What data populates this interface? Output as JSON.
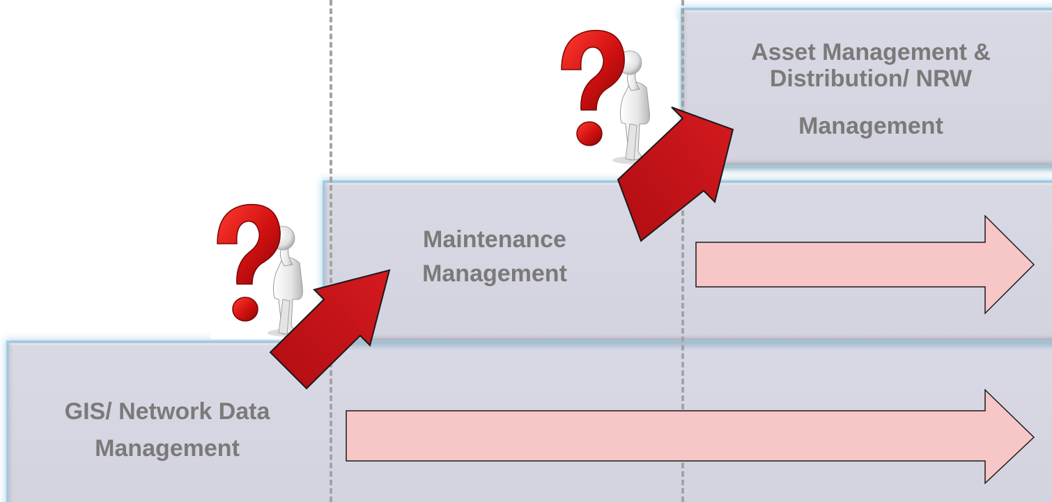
{
  "diagram": {
    "steps": [
      {
        "lines": [
          "GIS/ Network Data",
          "Management"
        ]
      },
      {
        "lines": [
          "Maintenance",
          "Management"
        ]
      },
      {
        "lines": [
          "Asset Management &",
          "Distribution/ NRW",
          "Management"
        ]
      }
    ],
    "icons": [
      "red-question-mark-icon",
      "thinking-person-icon",
      "red-up-arrow-icon",
      "pink-right-arrow-icon"
    ],
    "colors": {
      "step_fill": "#d6d6e2",
      "step_glow": "#9ecbe0",
      "label_text": "#7a7a7a",
      "red_arrow": "#c8141a",
      "pink_arrow": "#f7c6c6",
      "question_mark": "#d41414",
      "dashed_line": "#a3a3a3"
    }
  }
}
